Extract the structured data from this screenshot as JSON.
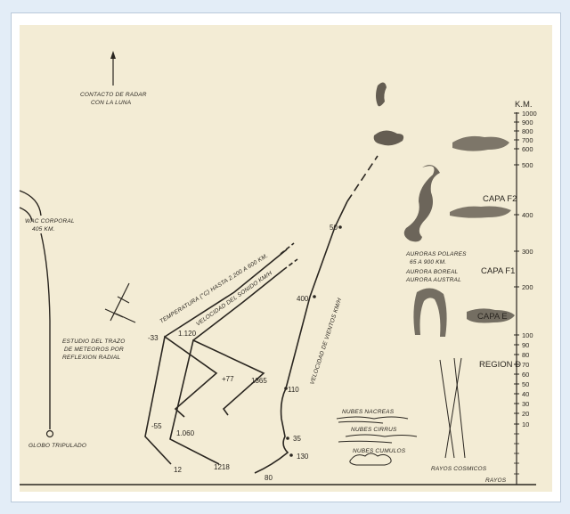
{
  "colors": {
    "page_bg": "#e3edf7",
    "paper": "#f3ecd5",
    "ink": "#2a2620",
    "frame": "#ffffff"
  },
  "labels": {
    "moon_radar": [
      "CONTACTO DE RADAR",
      "CON LA LUNA"
    ],
    "wac": [
      "WAC CORPORAL",
      "405 KM."
    ],
    "meteor": [
      "ESTUDIO DEL TRAZO",
      "DE METEOROS POR",
      "REFLEXION RADIAL"
    ],
    "globo": "GLOBO TRIPULADO",
    "temperatura": "TEMPERATURA (°C) HASTA 2.200 A 600 KM.",
    "sonido": "VELOCIDAD DEL SONIDO KM/H",
    "vientos": "VELOCIDAD DE VIENTOS KM/H",
    "auroras": [
      "AURORAS POLARES",
      "65 A 900 KM."
    ],
    "aurora_boreal": [
      "AURORA BOREAL",
      "AURORA AUSTRAL"
    ],
    "nubes_nacreas": "NUBES NACREAS",
    "nubes_cirrus": "NUBES CIRRUS",
    "nubes_cumulos": "NUBES CUMULOS",
    "rayos_cosmicos": "RAYOS COSMICOS",
    "signature": "RAYOS",
    "capa_f2": "CAPA F2",
    "capa_f1": "CAPA F1",
    "capa_e": "CAPA E",
    "region_d": "REGION D",
    "km": "K.M."
  },
  "temperature_values": [
    "-33",
    "+77",
    "-55",
    "12"
  ],
  "sound_values": [
    "1.120",
    "1365",
    "1.060",
    "1218"
  ],
  "wind_values": [
    "50",
    "400",
    "110",
    "35",
    "130",
    "80"
  ],
  "altitude_scale": [
    "1000",
    "900",
    "800",
    "700",
    "600",
    "500",
    "400",
    "300",
    "200",
    "100",
    "90",
    "80",
    "70",
    "60",
    "50",
    "40",
    "30",
    "20",
    "10"
  ]
}
